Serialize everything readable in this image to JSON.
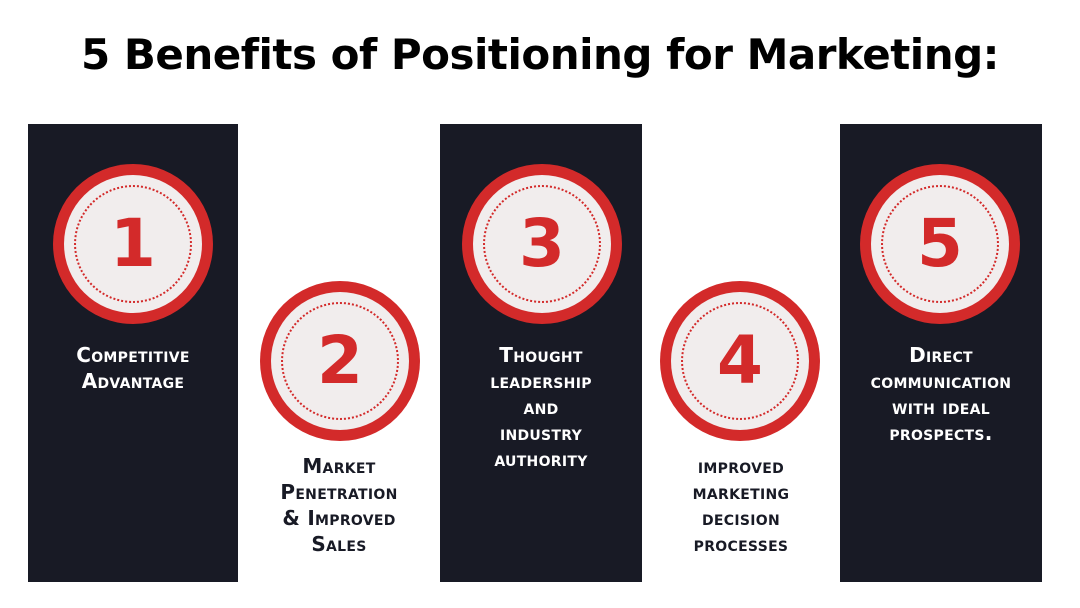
{
  "title": "5 Benefits of Positioning for Marketing:",
  "colors": {
    "column_bg": "#181a25",
    "accent_red": "#d32a2a",
    "badge_fill": "#f1eded",
    "text_light": "#ffffff",
    "text_dark": "#181a25"
  },
  "benefits": [
    {
      "number": "1",
      "lines": [
        "Competitive",
        "Advantage"
      ]
    },
    {
      "number": "2",
      "lines": [
        "Market",
        "Penetration",
        "& Improved",
        "Sales"
      ]
    },
    {
      "number": "3",
      "lines": [
        "Thought",
        "leadership",
        "and",
        "industry",
        "authority"
      ]
    },
    {
      "number": "4",
      "lines": [
        "improved",
        "marketing",
        "decision",
        "processes"
      ]
    },
    {
      "number": "5",
      "lines": [
        "Direct",
        "communication",
        "with ideal",
        "prospects."
      ]
    }
  ]
}
